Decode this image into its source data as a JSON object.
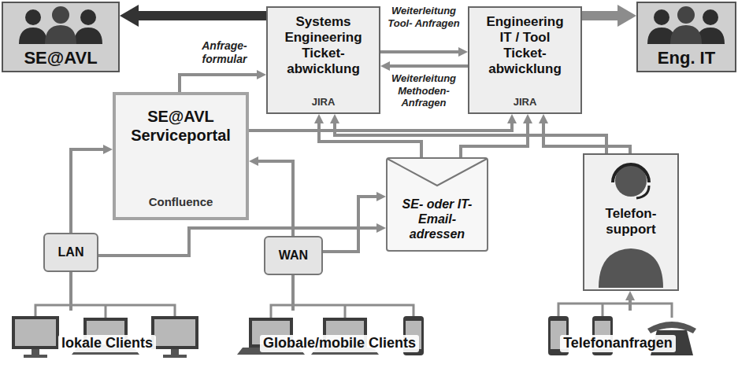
{
  "diagram": {
    "nodes": [
      {
        "text": [
          "SE@AVL"
        ]
      },
      {
        "text": [
          "Systems Engineering Ticket- abwicklung",
          "JIRA"
        ]
      },
      {
        "text": [
          "Engineering IT / Tool Ticket- abwicklung",
          "JIRA"
        ]
      },
      {
        "text": [
          "Eng. IT"
        ]
      },
      {
        "text": [
          "SE@AVL Serviceportal",
          "Confluence"
        ]
      },
      {
        "text": [
          "SE- oder IT- Email- adressen"
        ]
      },
      {
        "text": [
          "Telefon- support"
        ]
      },
      {
        "text": [
          "LAN"
        ]
      },
      {
        "text": [
          "WAN"
        ]
      },
      {
        "text": [
          "lokale Clients"
        ]
      },
      {
        "text": [
          "Globale/mobile Clients"
        ]
      },
      {
        "text": [
          "Telefonanfragen"
        ]
      }
    ],
    "edges": [
      {
        "from": 1,
        "to": 0,
        "arrow": "to"
      },
      {
        "from": 2,
        "to": 3,
        "arrow": "to"
      },
      {
        "from": 1,
        "to": 2,
        "label": "Weiterleitung Tool- Anfragen",
        "arrow": "to"
      },
      {
        "from": 2,
        "to": 1,
        "label": "Weiterleitung Methoden- Anfragen",
        "arrow": "to"
      },
      {
        "from": 4,
        "to": 1,
        "label": "Anfrage- formular",
        "arrow": "to"
      },
      {
        "from": 4,
        "to": 2,
        "arrow": "to"
      },
      {
        "from": 5,
        "to": 1,
        "arrow": "to"
      },
      {
        "from": 5,
        "to": 2,
        "arrow": "to"
      },
      {
        "from": 6,
        "to": 1,
        "arrow": "to"
      },
      {
        "from": 6,
        "to": 2,
        "arrow": "to"
      },
      {
        "from": 7,
        "to": 4,
        "arrow": "to"
      },
      {
        "from": 8,
        "to": 4,
        "arrow": "to"
      },
      {
        "from": 7,
        "to": 5,
        "arrow": "to"
      },
      {
        "from": 8,
        "to": 5,
        "arrow": "to"
      },
      {
        "from": 9,
        "to": 7,
        "arrow": "none"
      },
      {
        "from": 10,
        "to": 8,
        "arrow": "none"
      },
      {
        "from": 11,
        "to": 6,
        "arrow": "to"
      }
    ]
  }
}
